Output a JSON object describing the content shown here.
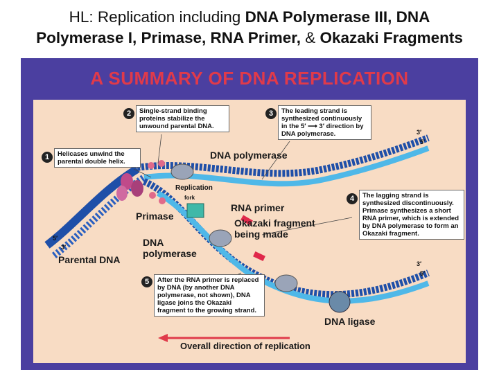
{
  "slide": {
    "title_plain_1": "HL: Replication including ",
    "title_bold_1": "DNA Polymerase III, DNA",
    "title_bold_2": "Polymerase I, Primase, RNA Primer,",
    "title_plain_2": " & ",
    "title_bold_3": "Okazaki Fragments"
  },
  "figure": {
    "heading": "A SUMMARY OF DNA REPLICATION",
    "colors": {
      "frame": "#4b3fa0",
      "panel": "#f8dcc4",
      "heading": "#e03a4a",
      "strand_dark": "#1f4fa8",
      "strand_light": "#4fb8e8",
      "primer": "#e0284a",
      "primase": "#3fb8a8",
      "helicase": "#c04a8a"
    },
    "callouts": [
      {
        "num": "1",
        "text": "Helicases unwind the parental double helix."
      },
      {
        "num": "2",
        "text": "Single-strand binding proteins stabilize the unwound parental DNA."
      },
      {
        "num": "3",
        "text": "The leading strand is synthesized continuously in the 5′ ⟶ 3′ direction by DNA polymerase."
      },
      {
        "num": "4",
        "text": "The lagging strand is synthesized discontinuously. Primase synthesizes a short RNA primer, which is extended by DNA polymerase to form an Okazaki fragment."
      },
      {
        "num": "5",
        "text": "After the RNA primer is replaced by DNA (by another DNA polymerase, not shown), DNA ligase joins the Okazaki fragment to the growing strand."
      }
    ],
    "labels": {
      "dna_polymerase_top": "DNA polymerase",
      "replication_fork_1": "Replication",
      "replication_fork_2": "fork",
      "rna_primer": "RNA primer",
      "primase": "Primase",
      "okazaki_1": "Okazaki fragment",
      "okazaki_2": "being made",
      "dna_polymerase_bottom_1": "DNA",
      "dna_polymerase_bottom_2": "polymerase",
      "parental_dna": "Parental DNA",
      "dna_ligase": "DNA ligase",
      "overall_direction": "Overall direction of replication",
      "end_3_top": "3′",
      "end_5_top": "5′",
      "end_5_left": "5′",
      "end_3_left": "3′",
      "end_3_lower": "3′",
      "end_5_lower": "5′"
    }
  }
}
